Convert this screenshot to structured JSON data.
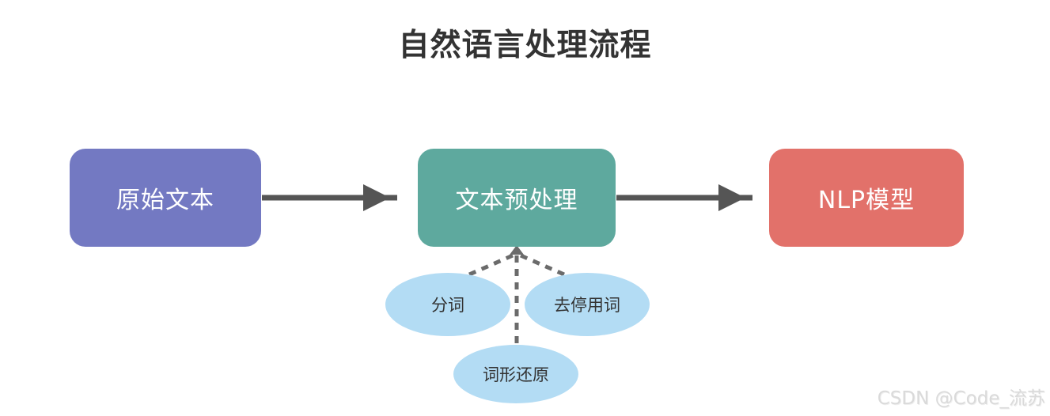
{
  "title": "自然语言处理流程",
  "flow": {
    "nodes": [
      {
        "id": "raw-text",
        "label": "原始文本",
        "color": "#7379C2"
      },
      {
        "id": "text-preprocessing",
        "label": "文本预处理",
        "color": "#5EA99E"
      },
      {
        "id": "nlp-model",
        "label": "NLP模型",
        "color": "#E2716A"
      }
    ],
    "arrows": [
      {
        "from": "raw-text",
        "to": "text-preprocessing",
        "style": "solid"
      },
      {
        "from": "text-preprocessing",
        "to": "nlp-model",
        "style": "solid"
      }
    ],
    "substeps": [
      {
        "id": "tokenization",
        "label": "分词",
        "color": "#B3DCF4"
      },
      {
        "id": "stopword-removal",
        "label": "去停用词",
        "color": "#B3DCF4"
      },
      {
        "id": "lemmatization",
        "label": "词形还原",
        "color": "#B3DCF4"
      }
    ],
    "substep_connector_style": "dashed"
  },
  "colors": {
    "title_text": "#333333",
    "node_text": "#ffffff",
    "substep_text": "#333333",
    "solid_arrow": "#555555",
    "dashed_connector": "#6B6B6B",
    "background": "#ffffff",
    "watermark_text": "#dadada"
  },
  "watermark": "CSDN @Code_流苏"
}
